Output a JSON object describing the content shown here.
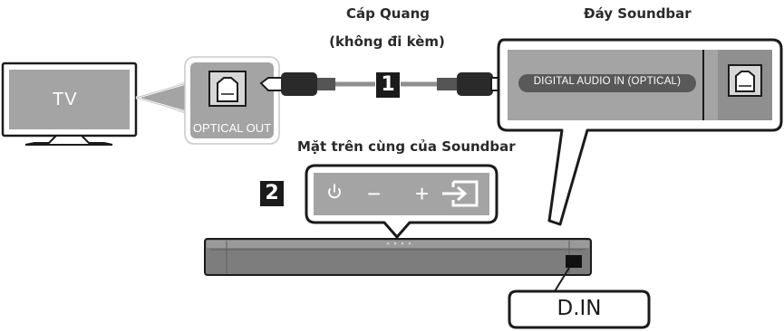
{
  "tv": {
    "label": "TV"
  },
  "tv_port": {
    "label": "OPTICAL OUT"
  },
  "cable": {
    "line1": "Cáp Quang",
    "line2": "(không đi kèm)"
  },
  "soundbar_bottom": {
    "title": "Đáy Soundbar",
    "port_label": "DIGITAL AUDIO IN (OPTICAL)"
  },
  "soundbar_top": {
    "title": "Mặt trên cùng của Soundbar"
  },
  "steps": {
    "one": "1",
    "two": "2"
  },
  "buttons": {
    "minus": "−",
    "plus": "+"
  },
  "input_label": {
    "text": "D.IN"
  },
  "colors": {
    "panel_gray": "#a4a4a4",
    "panel_gray_dark": "#8f8f8f",
    "outline": "#1b1b1b",
    "soundbar": "#7d7d7d"
  },
  "icons": [
    "tv-icon",
    "optical-port-icon",
    "cable-plug-icon",
    "power-icon",
    "input-source-icon",
    "soundbar-icon"
  ]
}
